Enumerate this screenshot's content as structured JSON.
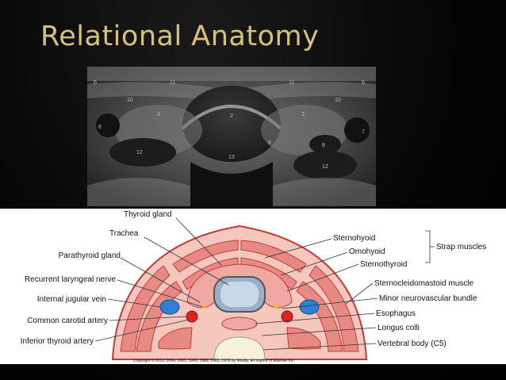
{
  "slide": {
    "title": "Relational Anatomy"
  },
  "ultrasound_labels": [
    "6",
    "11",
    "11",
    "6",
    "10",
    "10",
    "8",
    "7",
    "2",
    "3",
    "3",
    "8",
    "12",
    "13",
    "12",
    "8"
  ],
  "diagram": {
    "labels_top": [
      "Thyroid gland",
      "Trachea"
    ],
    "labels_left": [
      "Parathyroid gland",
      "Recurrent laryngeal nerve",
      "Internal jugular vein",
      "Common carotid artery",
      "Inferior thyroid artery"
    ],
    "labels_right": [
      "Sternohyoid",
      "Omohyoid",
      "Sternothyroid",
      "Sternocleidomastoid muscle",
      "Minor neurovascular bundle",
      "Esophagus",
      "Longus colli",
      "Vertebral body (C5)"
    ],
    "bracket_label": "Strap muscles",
    "copyright": "Copyright © 2012, 2006, 2001, 1995, 1989, 1983, 1978 by Mosby, an imprint of Elsevier Inc."
  }
}
